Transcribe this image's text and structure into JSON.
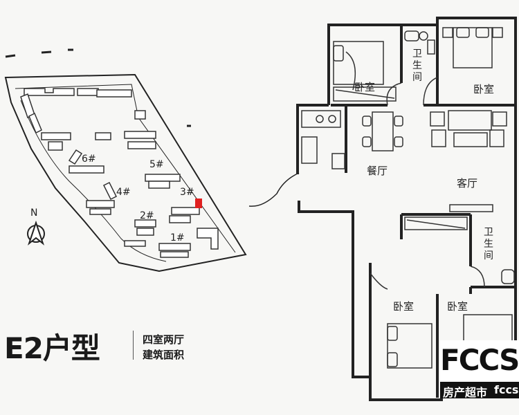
{
  "rooms": {
    "bedroom_top_left": "卧室",
    "bathroom_top": "卫生间",
    "bedroom_top_right": "卧室",
    "dining": "餐厅",
    "living": "客厅",
    "bathroom_right": "卫生间",
    "bedroom_bottom_left": "卧室",
    "bedroom_bottom_right": "卧室"
  },
  "site": {
    "north": "N",
    "buildings": [
      "6#",
      "5#",
      "4#",
      "3#",
      "2#",
      "1#"
    ],
    "highlight_color": "#e02020"
  },
  "unit": {
    "title": "E2户型",
    "subtitle_line1": "四室两厅",
    "subtitle_line2": "建筑面积"
  },
  "watermark": {
    "word": "FCCS",
    "cn": "房产超市",
    "en": "fccs"
  }
}
